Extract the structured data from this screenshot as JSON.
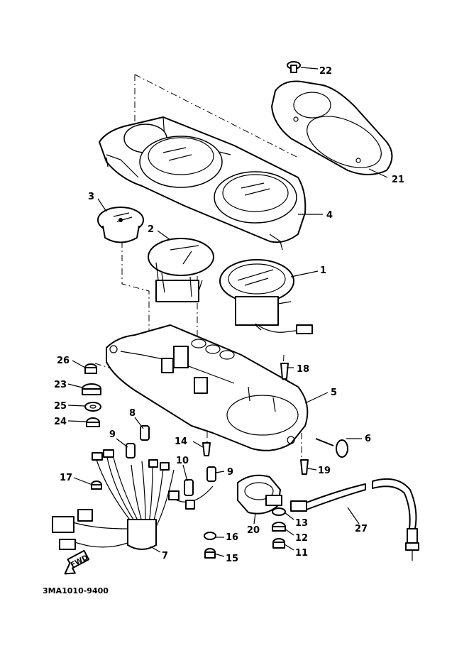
{
  "diagram": {
    "drawing_code": "3MA1010-9400",
    "direction_label": "FWD",
    "callouts": {
      "c1": "1",
      "c2": "2",
      "c3": "3",
      "c4": "4",
      "c5": "5",
      "c6": "6",
      "c7": "7",
      "c8": "8",
      "c9a": "9",
      "c9b": "9",
      "c10": "10",
      "c11": "11",
      "c12": "12",
      "c13": "13",
      "c14": "14",
      "c15": "15",
      "c16": "16",
      "c17": "17",
      "c18": "18",
      "c19": "19",
      "c20": "20",
      "c21": "21",
      "c22": "22",
      "c23": "23",
      "c24": "24",
      "c25": "25",
      "c26": "26",
      "c27": "27"
    }
  }
}
